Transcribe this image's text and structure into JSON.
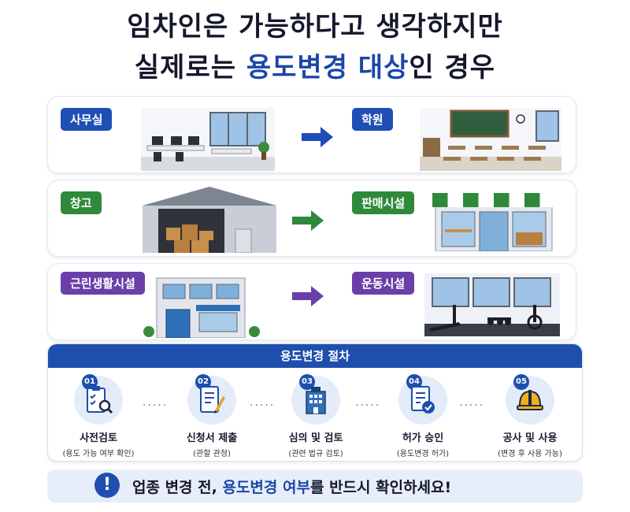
{
  "title": {
    "line1": "임차인은 가능하다고 생각하지만",
    "line2_pre": "실제로는 ",
    "line2_hl": "용도변경 대상",
    "line2_post": "인 경우"
  },
  "cases": [
    {
      "from": "사무실",
      "to": "학원",
      "color": "#1f4fb5"
    },
    {
      "from": "창고",
      "to": "판매시설",
      "color": "#2e8a3a"
    },
    {
      "from": "근린생활시설",
      "to": "운동시설",
      "color": "#6b3fa8"
    }
  ],
  "procedure": {
    "heading": "용도변경 절차",
    "steps": [
      {
        "num": "01",
        "name": "사전검토",
        "sub": "(용도 가능 여부 확인)",
        "icon": "clipboard-search-icon"
      },
      {
        "num": "02",
        "name": "신청서 제출",
        "sub": "(관할 관청)",
        "icon": "document-pen-icon"
      },
      {
        "num": "03",
        "name": "심의 및 검토",
        "sub": "(관련 법규 검토)",
        "icon": "building-icon"
      },
      {
        "num": "04",
        "name": "허가 승인",
        "sub": "(용도변경 허가)",
        "icon": "approved-document-icon"
      },
      {
        "num": "05",
        "name": "공사 및 사용",
        "sub": "(변경 후 사용 가능)",
        "icon": "hard-hat-icon"
      }
    ]
  },
  "notice": {
    "pre": "업종 변경 전, ",
    "hl": "용도변경 여부",
    "post": "를 반드시 확인하세요!"
  },
  "colors": {
    "accent": "#1e4fae",
    "green": "#2e8a3a",
    "purple": "#6b3fa8"
  }
}
